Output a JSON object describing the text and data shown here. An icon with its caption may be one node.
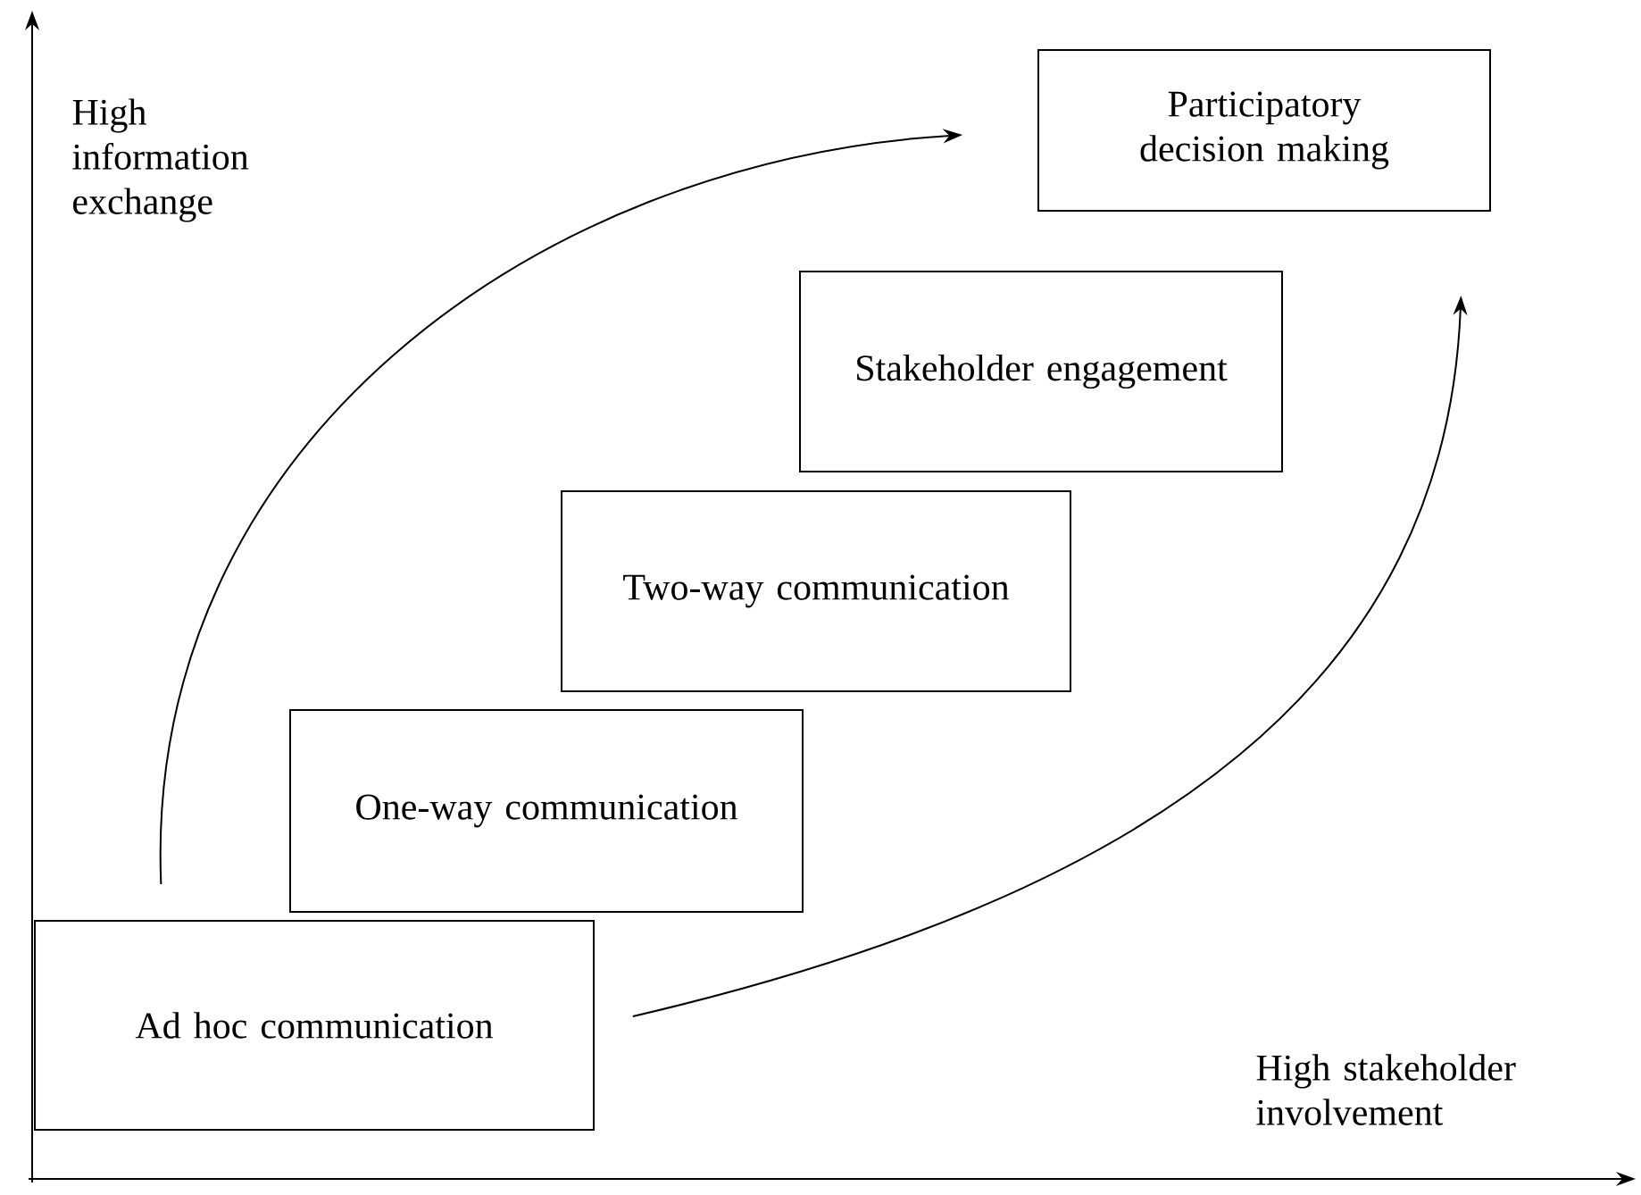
{
  "diagram": {
    "nodes": [
      {
        "text": [
          "Ad hoc communication"
        ]
      },
      {
        "text": [
          "One-way communication"
        ]
      },
      {
        "text": [
          "Two-way communication"
        ]
      },
      {
        "text": [
          "Stakeholder engagement"
        ]
      },
      {
        "text": [
          "Participatory decision making"
        ]
      }
    ],
    "edges": [
      {
        "from": 0,
        "to": 4,
        "arrow": "to"
      },
      {
        "from": 0,
        "to": 4,
        "arrow": "to"
      }
    ],
    "labels": [
      "High information exchange",
      "High stakeholder involvement"
    ]
  }
}
